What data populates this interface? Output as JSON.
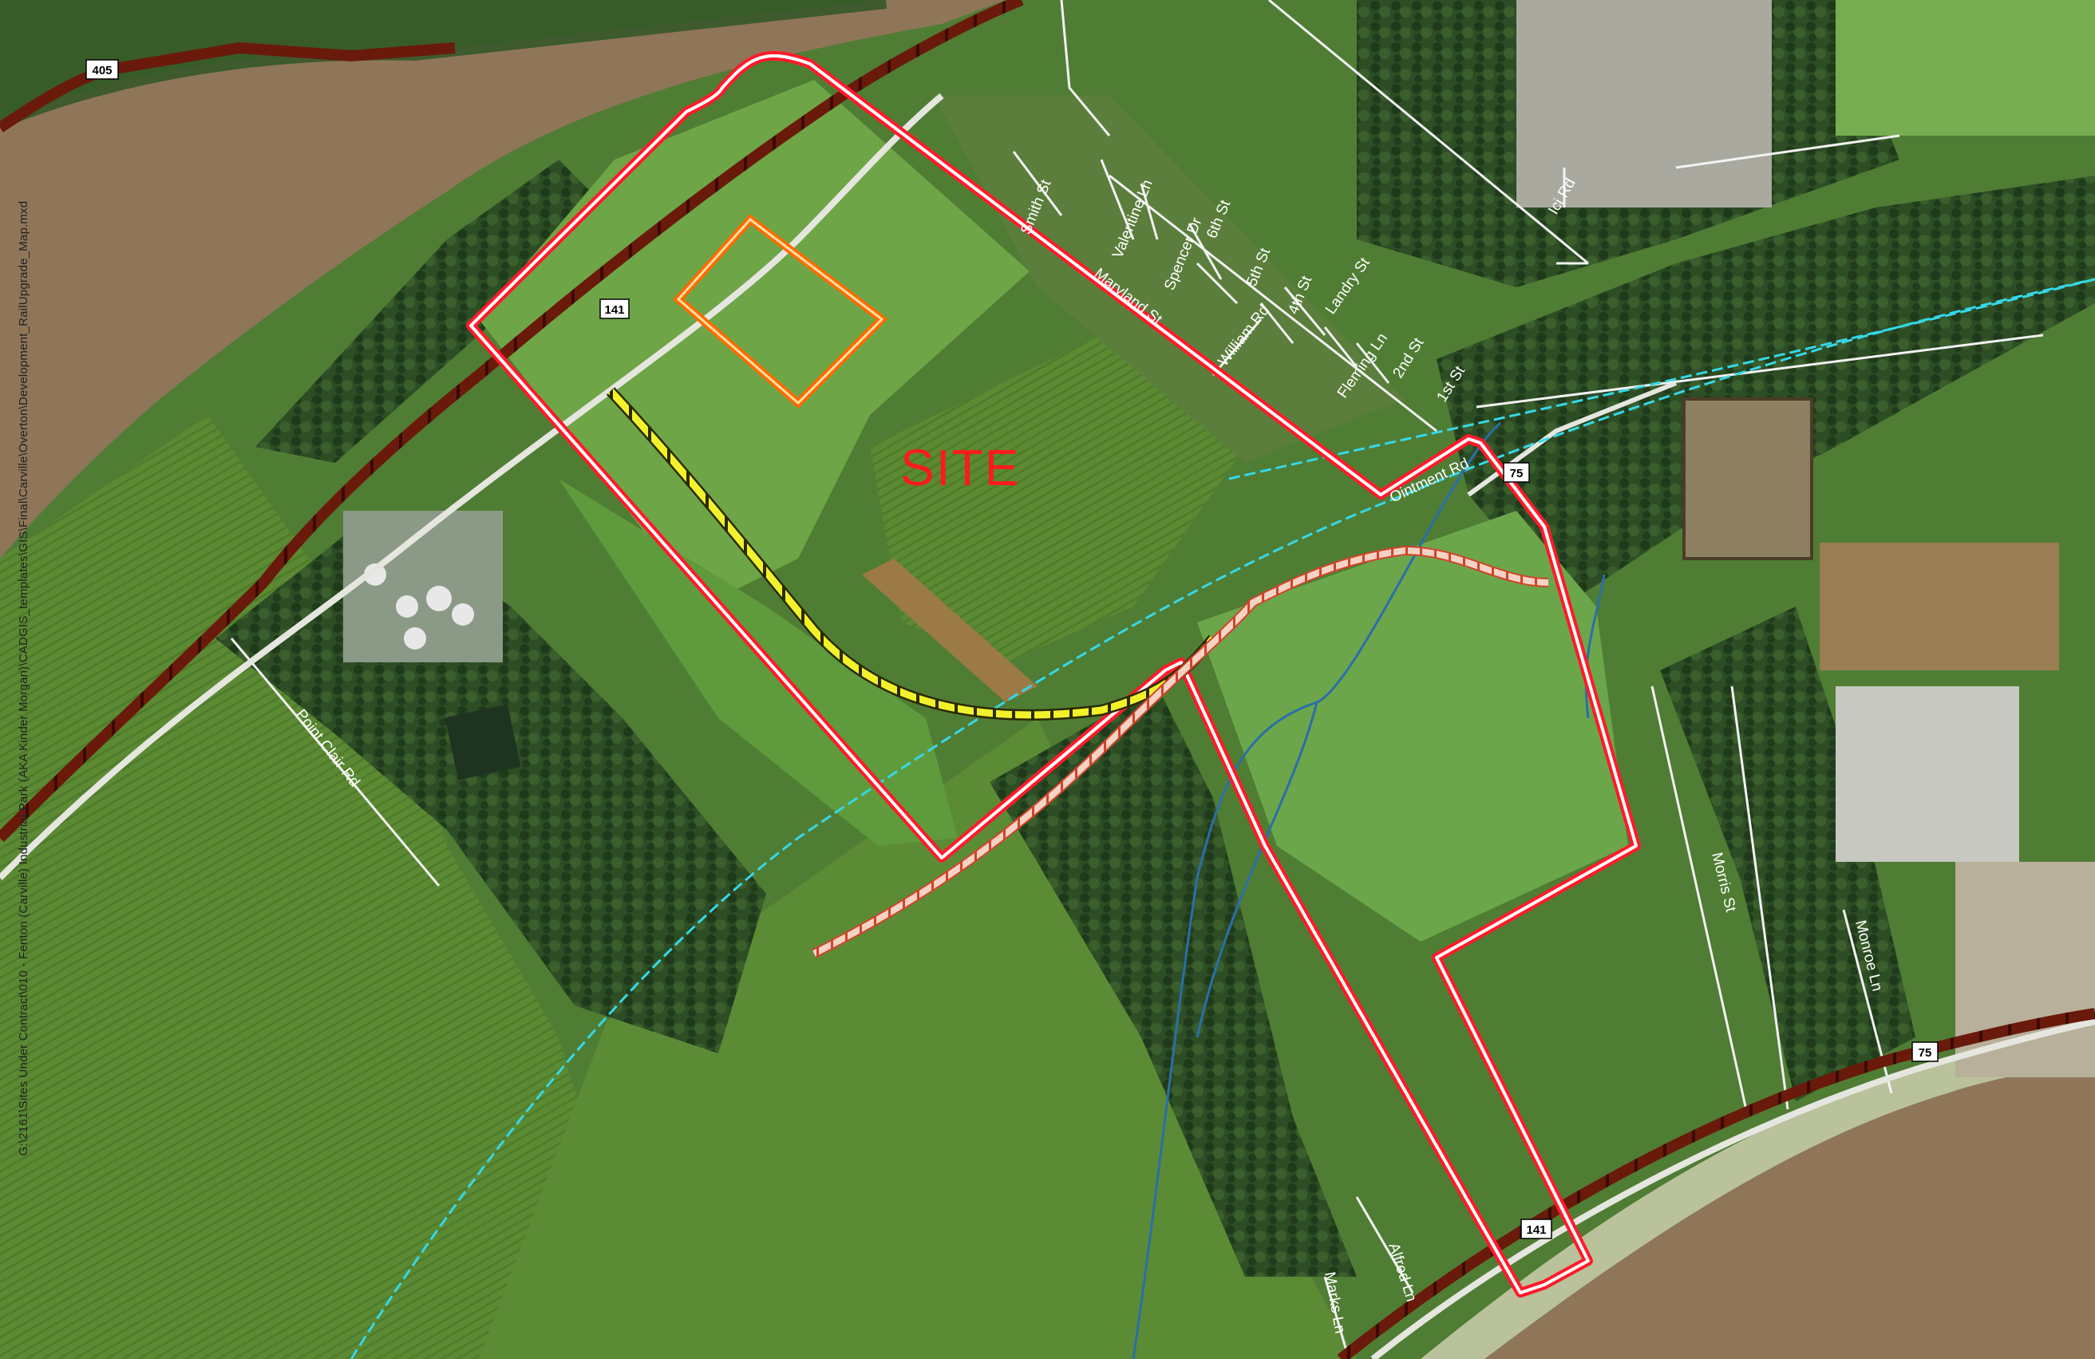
{
  "map": {
    "site_label": "SITE",
    "file_path": "G:\\2161\\Sites Under Contract\\010 - Fenton (Carville) Industrial Park (AKA Kinder Morgan)\\CADGIS_templates\\GIS\\Final\\Carville\\Overton\\Development_RailUpgrade_Map.mxd",
    "colors": {
      "boundary": "#ff1a2a",
      "inner_parcel": "#ff6a00",
      "rail_spur": "#f2f22a",
      "rail_upgrade": "#f4c8b8",
      "levee": "#6a1a0a",
      "water_line": "#35d8e8",
      "river": "#8f7658"
    },
    "highway_shields": [
      {
        "label": "405"
      },
      {
        "label": "141"
      },
      {
        "label": "75"
      },
      {
        "label": "75"
      },
      {
        "label": "141"
      }
    ],
    "roads": [
      {
        "name": "Smith St"
      },
      {
        "name": "Valentine Ln"
      },
      {
        "name": "Spencer Dr"
      },
      {
        "name": "6th St"
      },
      {
        "name": "5th St"
      },
      {
        "name": "Maryland St"
      },
      {
        "name": "William Rd"
      },
      {
        "name": "4th St"
      },
      {
        "name": "Landry St"
      },
      {
        "name": "Fleming Ln"
      },
      {
        "name": "2nd St"
      },
      {
        "name": "1st St"
      },
      {
        "name": "Ointment Rd"
      },
      {
        "name": "Ici Rd"
      },
      {
        "name": "Point Clair Rd"
      },
      {
        "name": "Morris St"
      },
      {
        "name": "Monroe Ln"
      },
      {
        "name": "Alfred Ln"
      },
      {
        "name": "Marks Ln"
      }
    ]
  }
}
